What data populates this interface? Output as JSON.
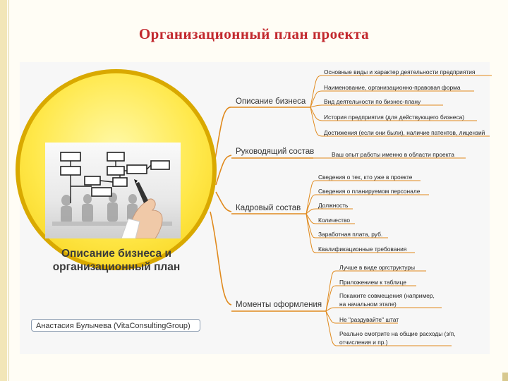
{
  "title": "Организационный план проекта",
  "center": {
    "caption_line1": "Описание бизнеса и",
    "caption_line2": "организационный план",
    "author": "Анастасия Булычева (VitaConsultingGroup)"
  },
  "branches": [
    {
      "label": "Описание бизнеса",
      "leaves": [
        "Основные виды и характер деятельности предприятия",
        "Наименование, организационно-правовая форма",
        "Вид деятельности по бизнес-плану",
        "История предприятия (для действующего бизнеса)",
        "Достижения (если они были), наличие патентов, лицензий"
      ]
    },
    {
      "label": "Руководящий состав",
      "leaves": [
        "Ваш опыт работы именно в области проекта"
      ]
    },
    {
      "label": "Кадровый состав",
      "leaves": [
        "Сведения о тех, кто уже в проекте",
        "Сведения о планируемом персонале",
        "Должность",
        "Количество",
        "Заработная плата, руб.",
        "Квалификационные требования"
      ]
    },
    {
      "label": "Моменты оформления",
      "leaves": [
        "Лучше в виде оргструктуры",
        "Приложением к таблице",
        "Покажите совмещения (например,",
        "на начальном этапе)",
        "Не \"раздувайте\" штат",
        "Реально смотрите на общие расходы (з/п,",
        "отчисления и пр.)"
      ]
    }
  ],
  "colors": {
    "title": "#c2272d",
    "circle": "#ffe84a",
    "circle_border": "#d9a900",
    "connector": "#e08a1e"
  }
}
